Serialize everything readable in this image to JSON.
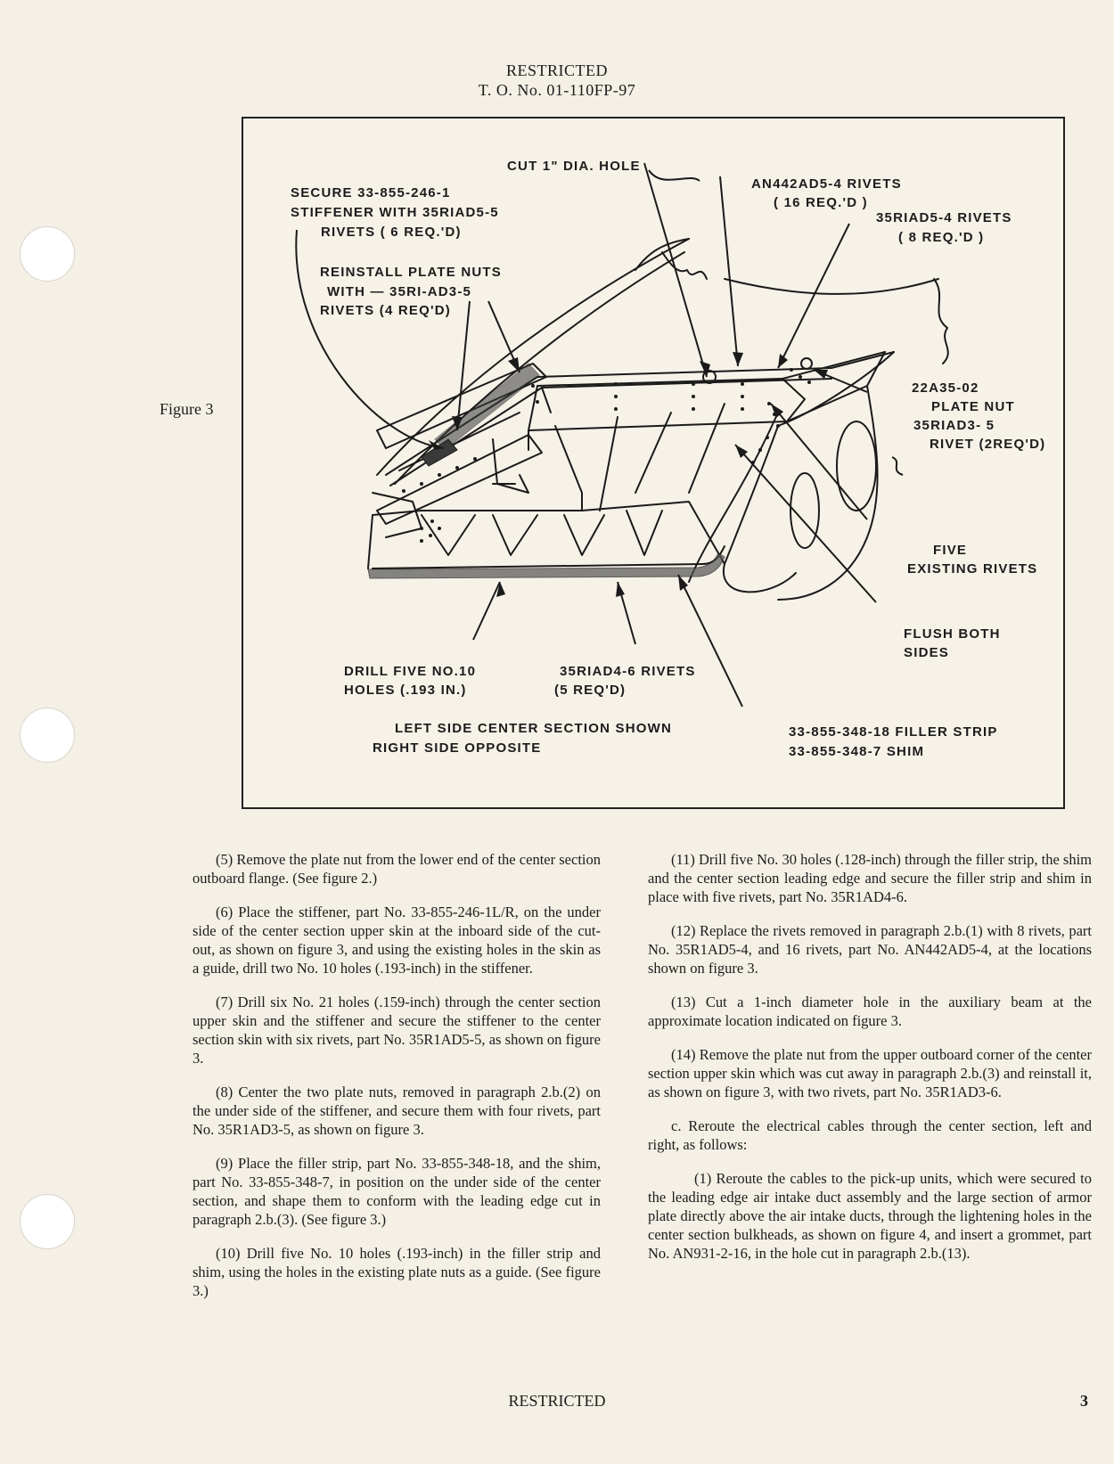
{
  "header": {
    "classification": "RESTRICTED",
    "doc_number": "T. O. No. 01-110FP-97"
  },
  "figure": {
    "label": "Figure 3",
    "callouts": {
      "cut_hole": "CUT  1\" DIA. HOLE",
      "an442_line1": "AN442AD5-4  RIVETS",
      "an442_line2": "( 16  REQ.'D )",
      "secure_line1": "SECURE 33-855-246-1",
      "secure_line2": "STIFFENER WITH 35RIAD5-5",
      "secure_line3": "RIVETS  ( 6 REQ.'D)",
      "r35_54_line1": "35RIAD5-4  RIVETS",
      "r35_54_line2": "( 8  REQ.'D )",
      "reinstall_line1": "REINSTALL  PLATE NUTS",
      "reinstall_line2": "WITH —    35RI-AD3-5",
      "reinstall_line3": "RIVETS  (4 REQ'D)",
      "platenut_line1": "22A35-02",
      "platenut_line2": "PLATE  NUT",
      "platenut_line3": "35RIAD3- 5",
      "platenut_line4": "RIVET (2REQ'D)",
      "five_line1": "FIVE",
      "five_line2": "EXISTING RIVETS",
      "flush_line1": "FLUSH  BOTH",
      "flush_line2": "SIDES",
      "drill_line1": "DRILL FIVE NO.10",
      "drill_line2": "HOLES (.193 IN.)",
      "r35_46_line1": "35RIAD4-6 RIVETS",
      "r35_46_line2": "(5 REQ'D)",
      "caption_line1": "LEFT  SIDE  CENTER SECTION  SHOWN",
      "caption_line2": "RIGHT  SIDE  OPPOSITE",
      "filler_line1": "33-855-348-18  FILLER STRIP",
      "filler_line2": "33-855-348-7  SHIM"
    }
  },
  "body": {
    "left": [
      "(5) Remove the plate nut from the lower end of the center section outboard flange. (See figure 2.)",
      "(6) Place the stiffener, part No. 33-855-246-1L/R, on the under side of the center section upper skin at the inboard side of the cut-out, as shown on figure 3, and using the existing holes in the skin as a guide, drill two No. 10 holes (.193-inch) in the stiffener.",
      "(7) Drill six No. 21 holes (.159-inch) through the center section upper skin and the stiffener and secure the stiffener to the center section skin with six rivets, part No. 35R1AD5-5, as shown on figure 3.",
      "(8) Center the two plate nuts, removed in paragraph 2.b.(2) on the under side of the stiffener, and secure them with four rivets, part No. 35R1AD3-5, as shown on figure 3.",
      "(9) Place the filler strip, part No. 33-855-348-18, and the shim, part No. 33-855-348-7, in position on the under side of the center section, and shape them to conform with the leading edge cut in paragraph 2.b.(3). (See figure 3.)",
      "(10) Drill five No. 10 holes (.193-inch) in the filler strip and shim, using the holes in the existing plate nuts as a guide. (See figure 3.)"
    ],
    "right": [
      "(11) Drill five No. 30 holes (.128-inch) through the filler strip, the shim and the center section leading edge and secure the filler strip and shim in place with five rivets, part No. 35R1AD4-6.",
      "(12) Replace the rivets removed in paragraph 2.b.(1) with 8 rivets, part No. 35R1AD5-4, and 16 rivets, part No. AN442AD5-4, at the locations shown on figure 3.",
      "(13) Cut a 1-inch diameter hole in the auxiliary beam at the approximate location indicated on figure 3.",
      "(14) Remove the plate nut from the upper outboard corner of the center section upper skin which was cut away in paragraph 2.b.(3) and reinstall it, as shown on figure 3, with two rivets, part No. 35R1AD3-6.",
      "c. Reroute the electrical cables through the center section, left and right, as follows:",
      "(1) Reroute the cables to the pick-up units, which were secured to the leading edge air intake duct assembly and the large section of armor plate directly above the air intake ducts, through the lightening holes in the center section bulkheads, as shown on figure 4, and insert a grommet, part No. AN931-2-16, in the hole cut in paragraph 2.b.(13)."
    ]
  },
  "footer": {
    "classification": "RESTRICTED",
    "page_number": "3"
  }
}
